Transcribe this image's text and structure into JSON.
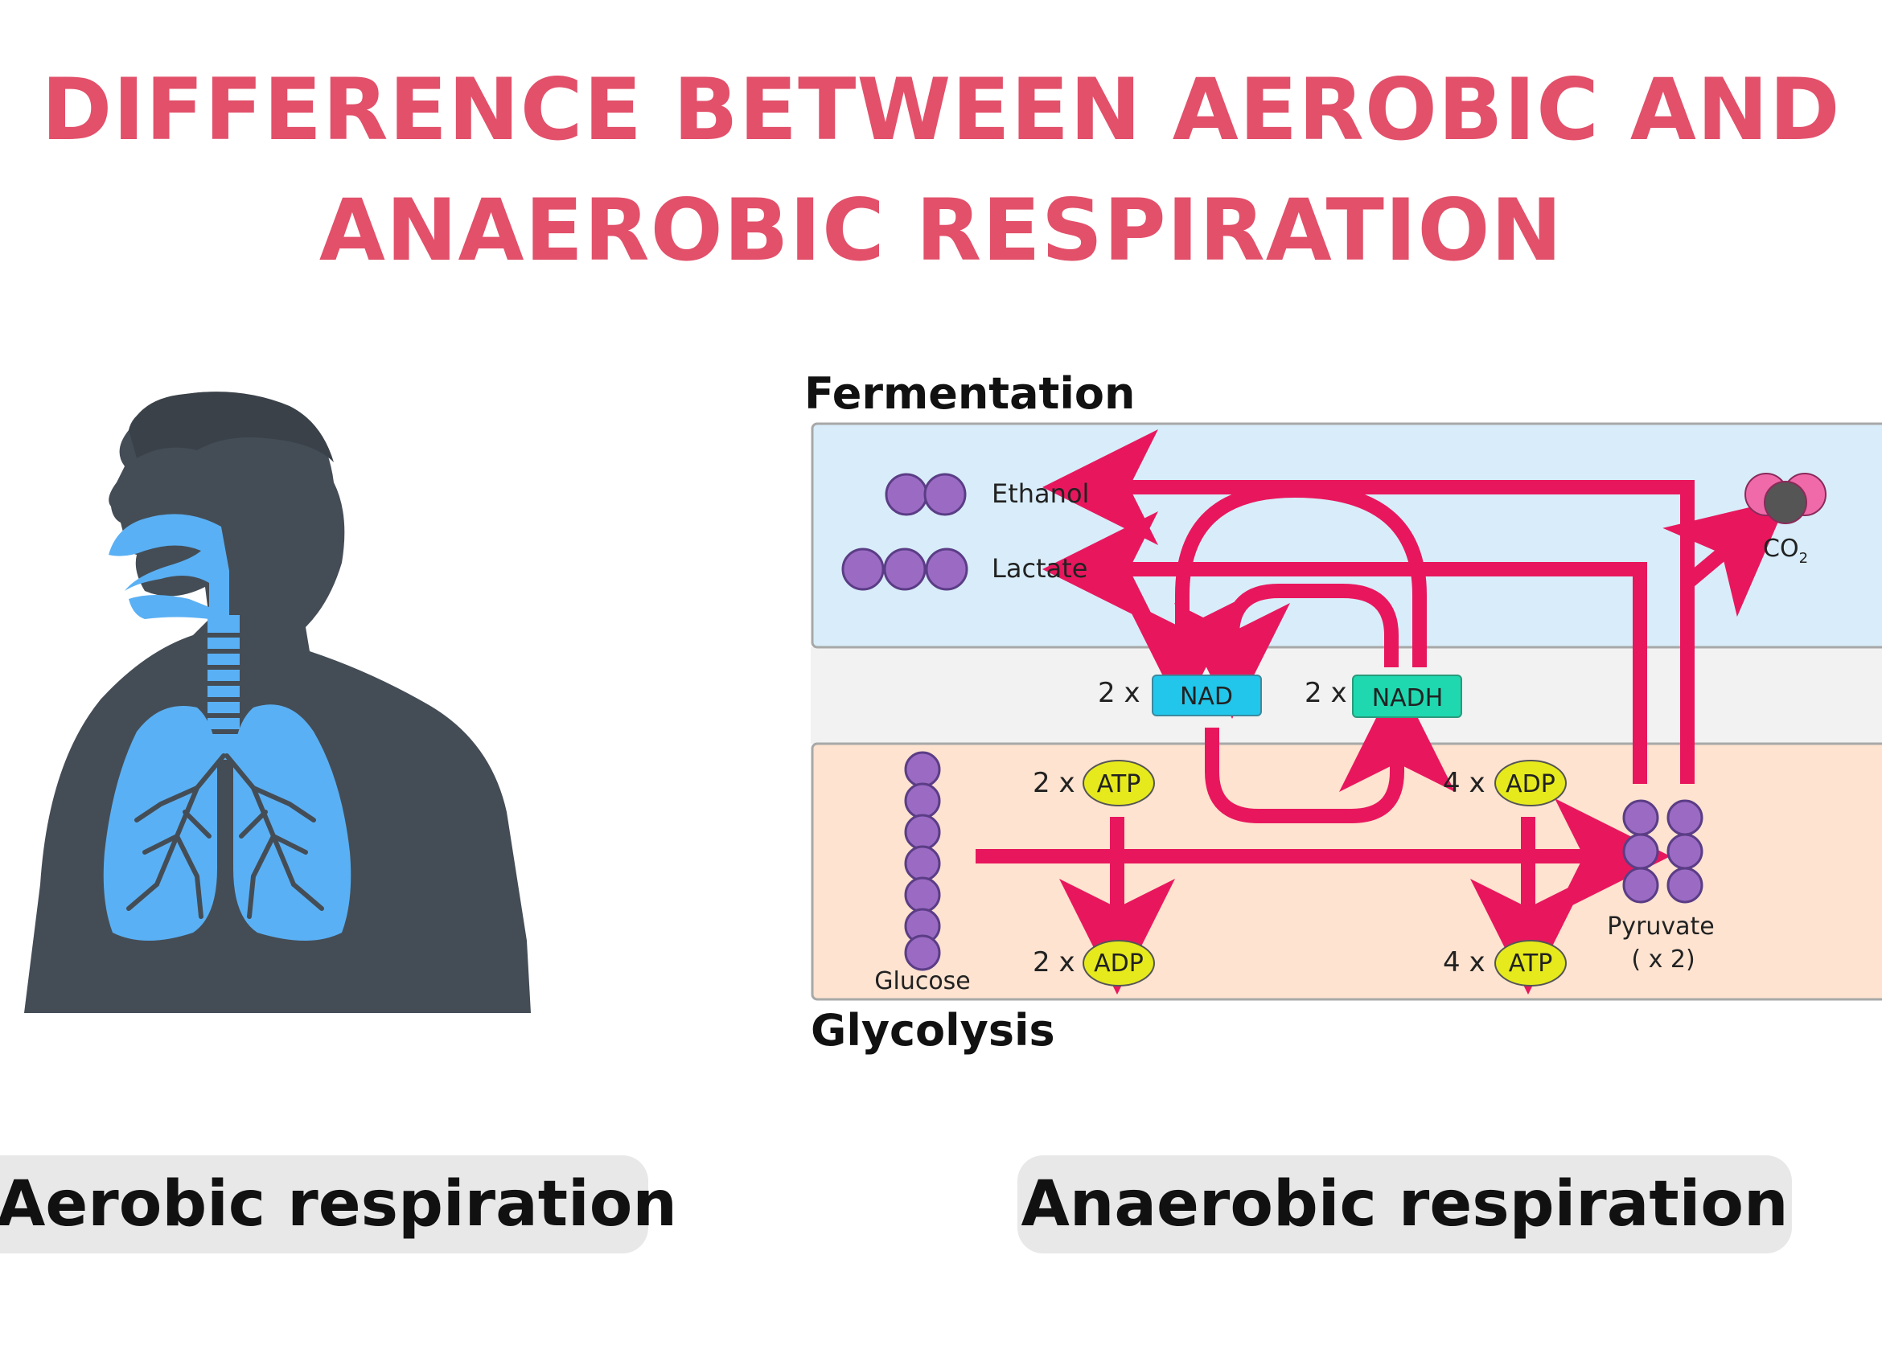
{
  "title": {
    "line1": "DIFFERENCE BETWEEN AEROBIC AND",
    "line2": "ANAEROBIC RESPIRATION",
    "color": "#e2506a"
  },
  "diagram": {
    "fermentation_heading": "Fermentation",
    "glycolysis_heading": "Glycolysis",
    "ethanol": "Ethanol",
    "lactate": "Lactate",
    "co2": "CO",
    "co2_subscript": "2",
    "nad_multiplier": "2 x",
    "nad": "NAD",
    "nadh_multiplier": "2 x",
    "nadh": "NADH",
    "atp_in_multiplier": "2 x",
    "atp_in": "ATP",
    "adp_out_multiplier": "2 x",
    "adp_out": "ADP",
    "adp_in_multiplier": "4 x",
    "adp_in": "ADP",
    "atp_out_multiplier": "4 x",
    "atp_out": "ATP",
    "glucose": "Glucose",
    "pyruvate": "Pyruvate",
    "pyruvate_count": "( x 2)",
    "colors": {
      "arrow": "#e8175d",
      "fermentation_panel": "#d8edf9",
      "glycolysis_panel": "#fde3d0",
      "middle_band": "#f2f2f2",
      "molecule": "#9b6bc4",
      "nad_box": "#22c6ea",
      "nadh_box": "#1fd8b0",
      "atp_oval": "#e6ea1c"
    }
  },
  "labels": {
    "aerobic": "Aerobic respiration",
    "anaerobic": "Anaerobic respiration"
  },
  "illustration": {
    "body_color": "#444d56",
    "lungs_color": "#5ab0f4"
  }
}
